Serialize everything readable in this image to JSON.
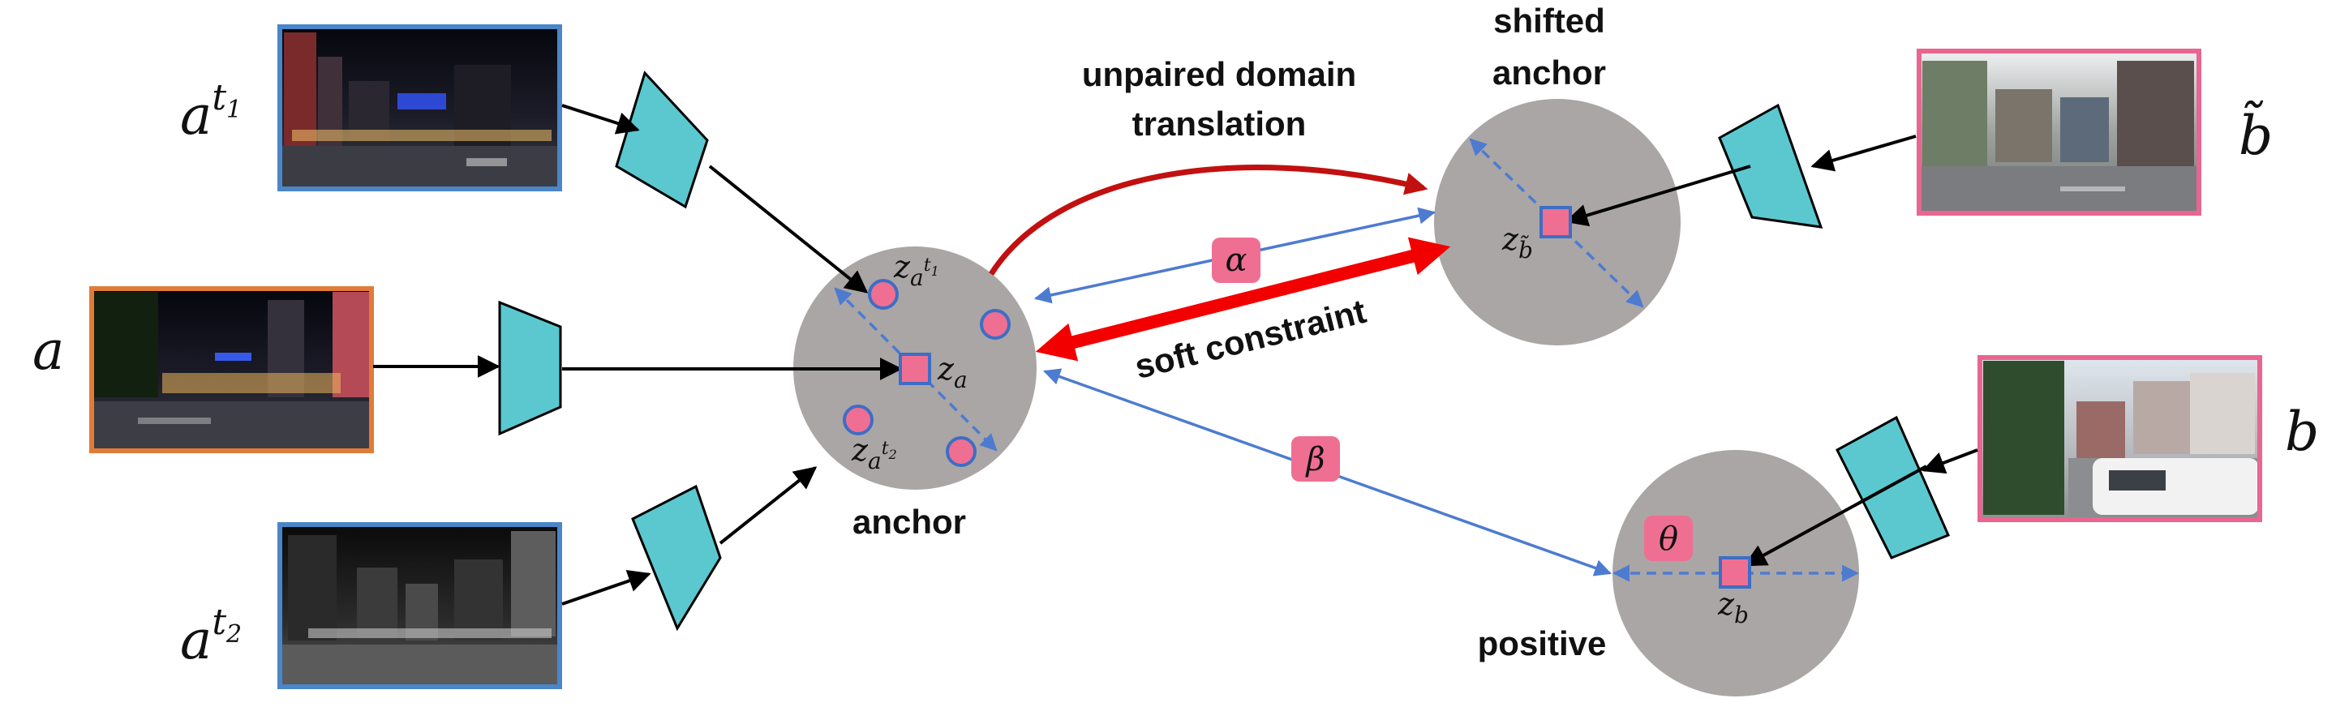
{
  "labels": {
    "domain_translation": "unpaired domain translation",
    "domain_translation_line1": "unpaired domain",
    "domain_translation_line2": "translation",
    "shifted_anchor_line1": "shifted",
    "shifted_anchor_line2": "anchor",
    "anchor": "anchor",
    "positive": "positive",
    "soft_constraint": "soft constraint"
  },
  "images": {
    "a_t1": {
      "symbol": "a",
      "superscript": "t",
      "subscript": "1",
      "desc_icon": "night-street-photo-icon",
      "border": "#4a86c8"
    },
    "a": {
      "symbol": "a",
      "desc_icon": "night-street-photo-icon",
      "border": "#e07b39"
    },
    "a_t2": {
      "symbol": "a",
      "superscript": "t",
      "subscript": "2",
      "desc_icon": "grayscale-street-photo-icon",
      "border": "#4a86c8"
    },
    "b_tilde": {
      "symbol": "b̃",
      "desc_icon": "translated-day-street-photo-icon",
      "border": "#e8668f"
    },
    "b": {
      "symbol": "b",
      "desc_icon": "day-street-photo-icon",
      "border": "#e8668f"
    }
  },
  "embeddings": {
    "z_a_t1": {
      "base": "z",
      "sub": "a",
      "subsup": "t",
      "subsubsub": "1"
    },
    "z_a": {
      "base": "z",
      "sub": "a"
    },
    "z_a_t2": {
      "base": "z",
      "sub": "a",
      "subsup": "t",
      "subsubsub": "2"
    },
    "z_b_tilde": {
      "base": "z",
      "sub": "b̃"
    },
    "z_b": {
      "base": "z",
      "sub": "b"
    }
  },
  "badges": {
    "alpha": "α",
    "beta": "β",
    "theta": "θ"
  },
  "colors": {
    "encoder": "#5bc8cf",
    "circle": "#aaa6a6",
    "pink": "#ef6f92",
    "blue": "#3d6ec4",
    "arrow_blue": "#4d7bd0",
    "red": "#c21010",
    "bright_red": "#f20000"
  }
}
